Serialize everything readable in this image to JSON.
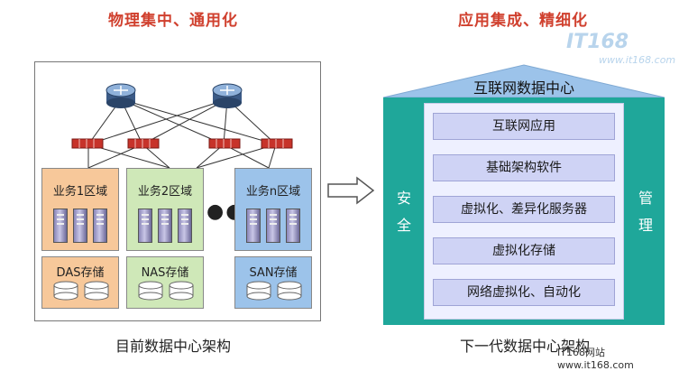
{
  "left": {
    "heading": "物理集中、通用化",
    "zones": [
      {
        "label": "业务1区域",
        "storage": "DAS存储",
        "color": "#f7c89a",
        "store_color": "#f7c89a"
      },
      {
        "label": "业务2区域",
        "storage": "NAS存储",
        "color": "#cfe8b8",
        "store_color": "#cfe8b8"
      },
      {
        "label": "业务n区域",
        "storage": "SAN存储",
        "color": "#9cc3ea",
        "store_color": "#9cc3ea"
      }
    ],
    "ellipsis": "●●●",
    "caption": "目前数据中心架构"
  },
  "right": {
    "heading": "应用集成、精细化",
    "title": "互联网数据中心",
    "left_side": [
      "安",
      "全"
    ],
    "right_side": [
      "管",
      "理"
    ],
    "layers": [
      "互联网应用",
      "基础架构软件",
      "虚拟化、差异化服务器",
      "虚拟化存储",
      "网络虚拟化、自动化"
    ],
    "caption": "下一代数据中心架构"
  },
  "watermark": {
    "logo": "IT168",
    "sub": "www.it168.com"
  },
  "footer_watermark": "IT168网站 www.it168.com",
  "colors": {
    "teal": "#1fa79a",
    "roof": "#9cc3ea",
    "layer": "#cfd3f5",
    "heading_red": "#d0402e"
  }
}
